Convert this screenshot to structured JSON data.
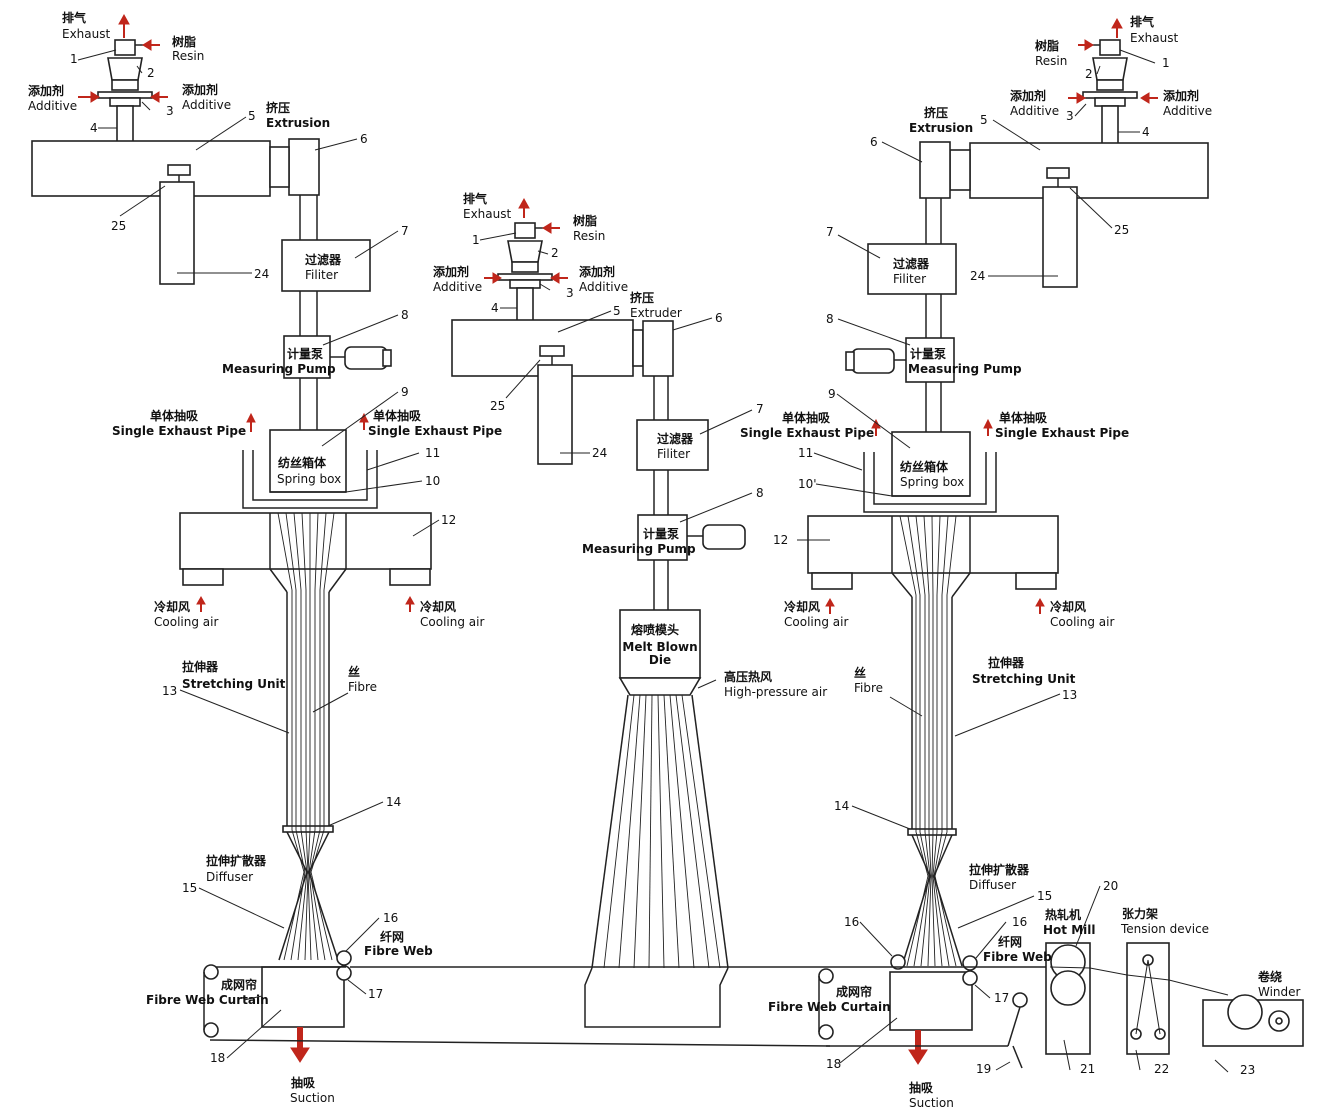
{
  "labels": {
    "exhaust_zh": "排气",
    "exhaust_en": "Exhaust",
    "resin_zh": "树脂",
    "resin_en": "Resin",
    "additive_zh": "添加剂",
    "additive_en": "Additive",
    "extrusion_zh": "挤压",
    "extrusion_en": "Extrusion",
    "extruder_en": "Extruder",
    "filter_zh": "过滤器",
    "filter_en": "Filiter",
    "pump_zh": "计量泵",
    "pump_en": "Measuring Pump",
    "single_exhaust_zh": "单体抽吸",
    "single_exhaust_en": "Single Exhaust Pipe",
    "spring_box_zh": "纺丝箱体",
    "spring_box_en": "Spring box",
    "cooling_zh": "冷却风",
    "cooling_en": "Cooling air",
    "stretching_zh": "拉伸器",
    "stretching_en": "Stretching Unit",
    "fibre_zh": "丝",
    "fibre_en": "Fibre",
    "diffuser_zh": "拉伸扩散器",
    "diffuser_en": "Diffuser",
    "fibre_web_zh": "纤网",
    "fibre_web_en": "Fibre Web",
    "curtain_zh": "成网帘",
    "curtain_en": "Fibre Web Curtain",
    "suction_zh": "抽吸",
    "suction_en": "Suction",
    "meltblown_zh": "熔喷模头",
    "meltblown_en": "Melt Blown Die",
    "hp_air_zh": "高压热风",
    "hp_air_en": "High-pressure air",
    "hotmill_zh": "热轧机",
    "hotmill_en": "Hot Mill",
    "tension_zh": "张力架",
    "tension_en": "Tension device",
    "winder_zh": "卷绕",
    "winder_en": "Winder"
  },
  "numbers": {
    "n1": "1",
    "n2": "2",
    "n3": "3",
    "n4": "4",
    "n5": "5",
    "n6": "6",
    "n7": "7",
    "n8": "8",
    "n9": "9",
    "n10": "10",
    "n10b": "10'",
    "n11": "11",
    "n12": "12",
    "n13": "13",
    "n14": "14",
    "n15": "15",
    "n16": "16",
    "n17": "17",
    "n18": "18",
    "n19": "19",
    "n20": "20",
    "n21": "21",
    "n22": "22",
    "n23": "23",
    "n24": "24",
    "n25": "25"
  },
  "colors": {
    "arrow": "#c0261b",
    "line": "#222222"
  }
}
